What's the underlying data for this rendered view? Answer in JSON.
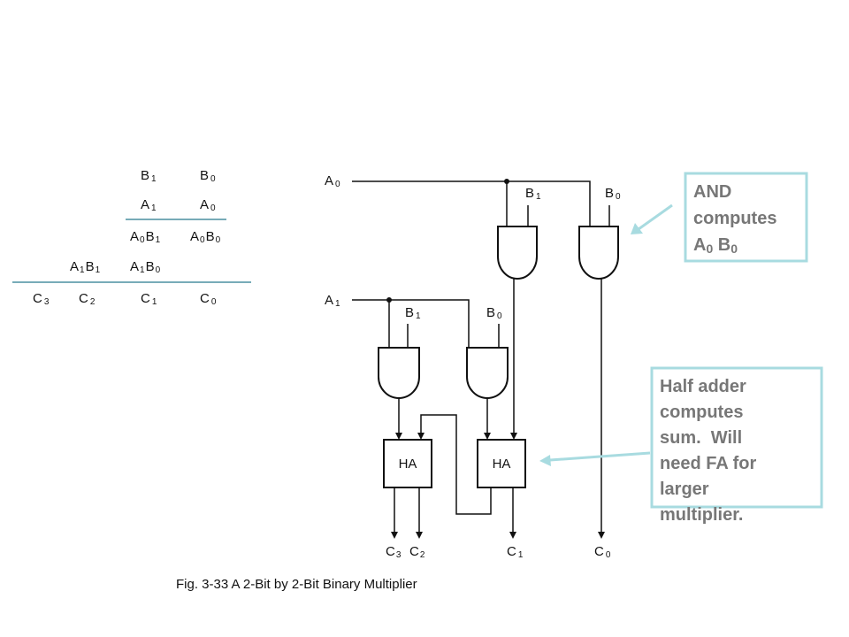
{
  "table": {
    "row1": {
      "b1": {
        "main": "B",
        "sub": "1"
      },
      "b0": {
        "main": "B",
        "sub": "0"
      }
    },
    "row2": {
      "a1": {
        "main": "A",
        "sub": "1"
      },
      "a0": {
        "main": "A",
        "sub": "0"
      }
    },
    "row3": {
      "a0b1": {
        "m1": "A",
        "s1": "0",
        "m2": "B",
        "s2": "1"
      },
      "a0b0": {
        "m1": "A",
        "s1": "0",
        "m2": "B",
        "s2": "0"
      }
    },
    "row4": {
      "a1b1": {
        "m1": "A",
        "s1": "1",
        "m2": "B",
        "s2": "1"
      },
      "a1b0": {
        "m1": "A",
        "s1": "1",
        "m2": "B",
        "s2": "0"
      }
    },
    "row5": {
      "c3": {
        "main": "C",
        "sub": "3"
      },
      "c2": {
        "main": "C",
        "sub": "2"
      },
      "c1": {
        "main": "C",
        "sub": "1"
      },
      "c0": {
        "main": "C",
        "sub": "0"
      }
    }
  },
  "circuit": {
    "input_a0": {
      "main": "A",
      "sub": "0"
    },
    "input_a1": {
      "main": "A",
      "sub": "1"
    },
    "gate1_b1": {
      "main": "B",
      "sub": "1"
    },
    "gate1_b0": {
      "main": "B",
      "sub": "0"
    },
    "gate2_b1": {
      "main": "B",
      "sub": "1"
    },
    "gate2_b0": {
      "main": "B",
      "sub": "0"
    },
    "ha_left": "HA",
    "ha_right": "HA",
    "out_c3": {
      "main": "C",
      "sub": "3"
    },
    "out_c2": {
      "main": "C",
      "sub": "2"
    },
    "out_c1": {
      "main": "C",
      "sub": "1"
    },
    "out_c0": {
      "main": "C",
      "sub": "0"
    }
  },
  "caption": "Fig. 3-33  A 2-Bit by 2-Bit Binary Multiplier",
  "callout_and": {
    "line1": "AND",
    "line2": "computes",
    "line3_a": "A",
    "line3_a_sub": "0",
    "line3_b": " B",
    "line3_b_sub": "0"
  },
  "callout_ha": {
    "lines": [
      "Half adder",
      "computes",
      "sum.  Will",
      "need FA for",
      "larger",
      "multiplier."
    ]
  },
  "colors": {
    "callout_border": "#a8dbe0",
    "callout_text": "#777777",
    "table_rule": "#4a8fa0"
  }
}
